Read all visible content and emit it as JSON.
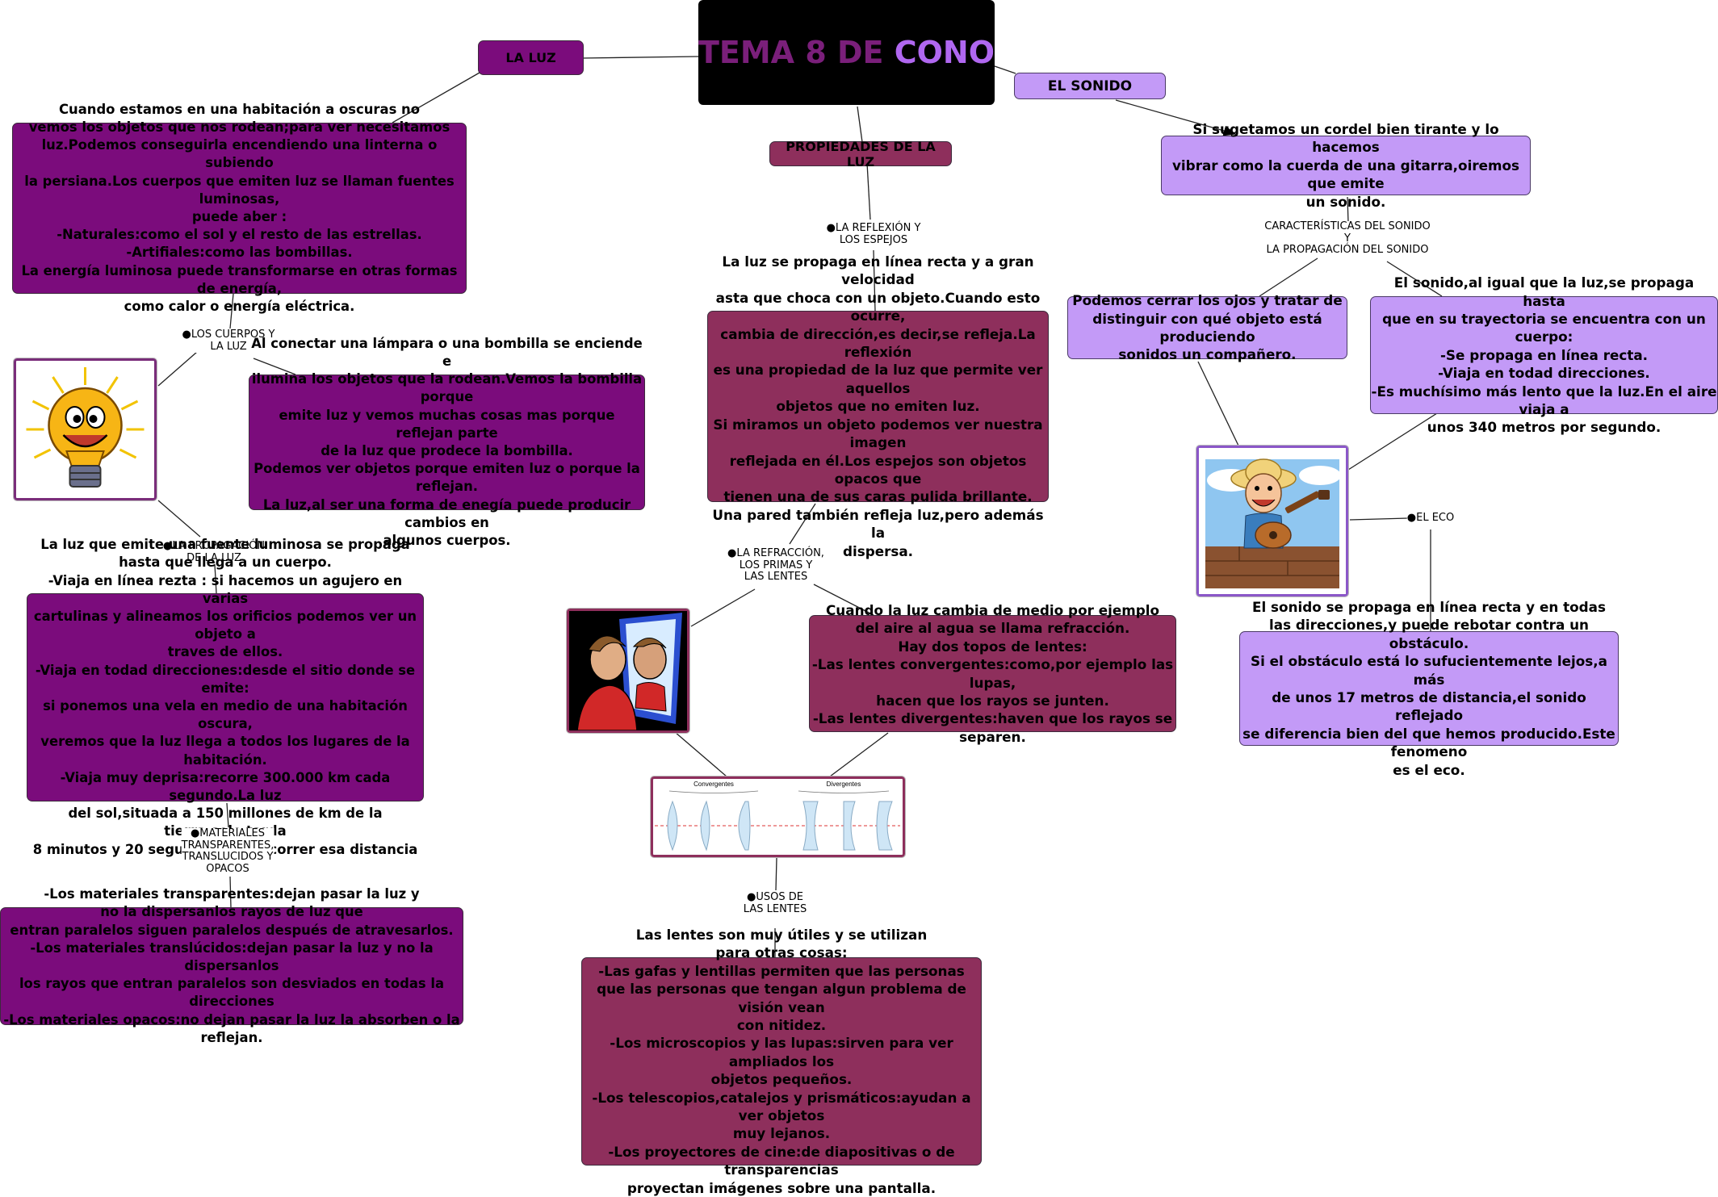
{
  "title": {
    "part1": "TEMA 8 DE ",
    "part2": "CONO",
    "color1": "#7a1f7a",
    "color2": "#b067f0"
  },
  "colors": {
    "purple_box": "#7b0c7c",
    "wine_box": "#8e2f5c",
    "lilac_box": "#c39af7",
    "title_bg": "#000000"
  },
  "branches": {
    "luz": "LA LUZ",
    "propiedades": "PROPIEDADES DE LA LUZ",
    "sonido": "EL SONIDO"
  },
  "luz": {
    "intro": "Cuando estamos en una habitación a oscuras no\nvemos los objetos que nos rodean;para ver necesitamos\nluz.Podemos conseguirla encendiendo una linterna o subiendo\nla persiana.Los cuerpos que emiten luz se llaman fuentes luminosas,\npuede aber :\n-Naturales:como el sol y el resto de las estrellas.\n-Artifiales:como las bombillas.\nLa energía luminosa puede transformarse en otras formas de energía,\ncomo calor o energía eléctrica.",
    "cuerpos_label": "●LOS CUERPOS Y\nLA LUZ",
    "cuerpos_text": "Al conectar una lámpara o una bombilla se enciende e\nilumina los objetos que la rodean.Vemos la bombilla porque\nemite luz y vemos muchas cosas mas porque reflejan parte\nde la luz que prodece la bombilla.\nPodemos ver objetos porque emiten luz o porque la reflejan.\nLa luz,al ser una forma de enegía puede producir cambios en\nalgunos cuerpos.",
    "bulb_image": "smiling-lightbulb-icon",
    "propagacion_label": "●LA PROPAGACIÓN\nDE LA LUZ",
    "propagacion_text": "La luz que emite una fuente luminosa se propaga\nhasta que llega a un cuerpo.\n-Viaja en línea rezta : si hacemos un agujero en varias\ncartulinas y alineamos los orificios podemos ver un objeto a\ntraves de ellos.\n-Viaja en todad direcciones:desde el sitio donde se emite:\nsi ponemos una vela en medio de una habitación oscura,\nveremos que la luz llega a todos los lugares de la habitación.\n-Viaja muy deprisa:recorre 300.000 km cada segundo.La luz\ndel sol,situada a 150 millones de km de la tierra,solo tarda\n8 minutos y 20 segundos en rrecorrer esa distancia",
    "materiales_label": "●MATERIALES\nTRANSPARENTES,\nTRANSLUCIDOS Y\nOPACOS",
    "materiales_text": "-Los materiales transparentes:dejan pasar la luz y\nno la dispersanlos rayos de luz que\nentran paralelos siguen paralelos después de atravesarlos.\n-Los materiales translúcidos:dejan pasar la luz y no la dispersanlos\nlos rayos que entran paralelos son desviados en todas la direcciones\n-Los materiales opacos:no dejan pasar la luz la absorben o la reflejan."
  },
  "propiedades": {
    "reflexion_label": "●LA REFLEXIÓN Y\nLOS ESPEJOS",
    "reflexion_text": "La luz se propaga en línea recta y a gran velocidad\nasta que choca con un objeto.Cuando esto ocurre,\ncambia de dirección,es decir,se refleja.La reflexión\nes una propiedad de la luz que permite ver aquellos\nobjetos que no emiten luz.\nSi miramos un objeto podemos ver nuestra imagen\nreflejada en él.Los espejos son objetos opacos que\ntienen una de sus caras pulida brillante.\nUna pared también refleja luz,pero además la\ndispersa.",
    "refraccion_label": "●LA REFRACCIÓN,\nLOS PRIMAS Y\nLAS LENTES",
    "mirror_image": "boy-at-mirror-icon",
    "refraccion_text": "Cuando la luz cambia de medio por ejemplo\ndel aire al agua se llama refracción.\nHay dos topos de lentes:\n-Las lentes convergentes:como,por ejemplo las lupas,\nhacen que los rayos se junten.\n-Las lentes divergentes:haven que los rayos se separen.",
    "lens_labels": {
      "convergentes": "Convergentes",
      "divergentes": "Divergentes"
    },
    "usos_label": "●USOS DE\nLAS LENTES",
    "usos_text": "Las lentes son muy útiles y se utilizan\npara otras cosas:\n-Las gafas y lentillas permiten que las personas\nque las personas que tengan algun problema de visión vean\ncon nitidez.\n-Los microscopios y las lupas:sirven para ver ampliados los\nobjetos pequeños.\n-Los telescopios,catalejos y prismáticos:ayudan a ver objetos\nmuy lejanos.\n-Los proyectores de cine:de diapositivas o de transparencias\nproyectan imágenes sobre una pantalla."
  },
  "sonido": {
    "intro": "Si sugetamos un cordel bien tirante y lo hacemos\nvibrar como la cuerda de una gitarra,oiremos que emite\nun sonido.",
    "caracteristicas_label": "CARACTERÍSTICAS DEL SONIDO\nY\nLA PROPAGACIÓN DEL SONIDO",
    "cerrar_text": "Podemos cerrar los ojos y tratar de\ndistinguir con qué objeto está produciendo\nsonidos un compañero.",
    "propaga_text": "El sonido,al igual que la luz,se propaga hasta\nque en su trayectoria se encuentra con un cuerpo:\n-Se propaga en línea recta.\n-Viaja en todad direcciones.\n-Es muchísimo más lento que la luz.En el aire viaja a\nunos 340 metros por segundo.",
    "guitar_image": "boy-playing-guitar-icon",
    "eco_label": "●EL ECO",
    "eco_text": "El sonido se propaga en línea recta y en todas\nlas direcciones,y puede rebotar contra un obstáculo.\nSi el obstáculo está lo sufucientemente lejos,a más\nde unos 17 metros de distancia,el sonido reflejado\nse diferencia bien del que hemos producido.Este fenomeno\nes el eco."
  }
}
